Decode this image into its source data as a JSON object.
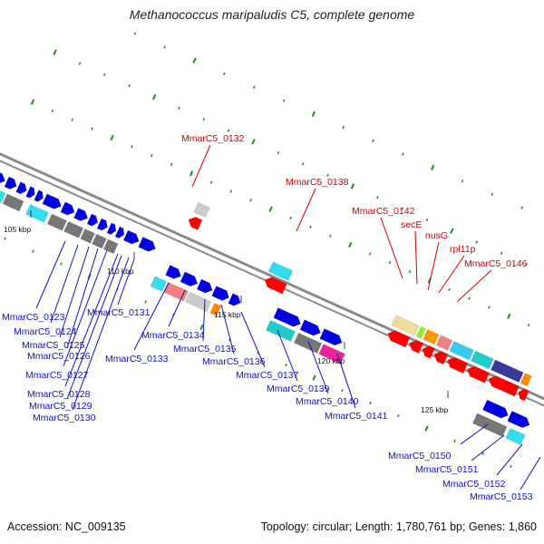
{
  "title": "Methanococcus maripaludis C5, complete genome",
  "footer": {
    "accession": "Accession: NC_009135",
    "summary": "Topology: circular; Length: 1,780,761 bp; Genes: 1,860"
  },
  "colors": {
    "backbone": "#8a8a8a",
    "forward_label": "#1010c0",
    "reverse_label": "#d00000",
    "dots": "#1f8a1f"
  },
  "scale_ticks": [
    "105 kbp",
    "110 kbp",
    "115 kbp",
    "120 kbp",
    "125 kbp"
  ],
  "labels_reverse": [
    "MmarC5_0132",
    "MmarC5_0138",
    "MmarC5_0142",
    "secE",
    "nusG",
    "rpl11p",
    "MmarC5_0146"
  ],
  "labels_forward": [
    "MmarC5_0123",
    "MmarC5_0124",
    "MmarC5_0125",
    "MmarC5_0126",
    "MmarC5_0127",
    "MmarC5_0128",
    "MmarC5_0129",
    "MmarC5_0130",
    "MmarC5_0131",
    "MmarC5_0133",
    "MmarC5_0134",
    "MmarC5_0135",
    "MmarC5_0136",
    "MmarC5_0137",
    "MmarC5_0139",
    "MmarC5_0140",
    "MmarC5_0141",
    "MmarC5_0150",
    "MmarC5_0151",
    "MmarC5_0152",
    "MmarC5_0153"
  ]
}
